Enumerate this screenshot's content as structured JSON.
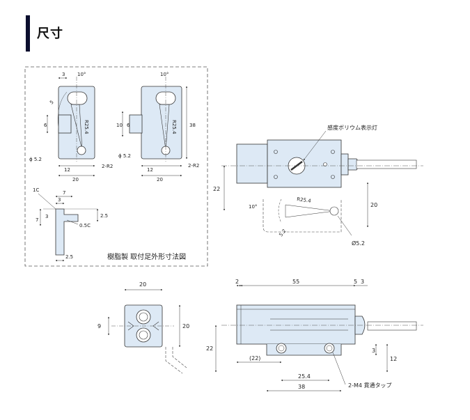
{
  "header": {
    "title": "尺寸"
  },
  "colors": {
    "accent": "#0b0e2e",
    "body_fill": "#dde9f5",
    "line": "#333333"
  },
  "bracket": {
    "caption": "樹脂製 取付足外形寸法図",
    "front": {
      "d3": "3",
      "d10deg": "10°",
      "d5": "5",
      "d6": "6",
      "r25": "R25.4",
      "dia": "ϕ 5.2",
      "d12": "12",
      "d20": "20",
      "r2": "2-R2"
    },
    "side": {
      "d10deg": "10°",
      "d10": "10",
      "d6": "6",
      "d38": "38",
      "r25": "R25.4",
      "dia": "ϕ 5.2",
      "d12": "12",
      "d20": "20",
      "r2": "2-R2"
    },
    "bottom": {
      "c1": "1C",
      "d7a": "7",
      "d3": "3",
      "d7b": "7",
      "d3b": "3",
      "d25a": "2.5",
      "c05": "0.5C",
      "d25b": "2.5"
    }
  },
  "sensor_top": {
    "label": "感度ボリウム表示灯",
    "d22": "22",
    "d20": "20",
    "r25": "R25.4",
    "d10deg": "10°",
    "d52": "5.2",
    "dia": "Ø5.2"
  },
  "end_view": {
    "d20w": "20",
    "d9": "9",
    "d20h": "20"
  },
  "sensor_side": {
    "d2": "2",
    "d55": "55",
    "d5": "5",
    "d3": "3",
    "d22p": "(22)",
    "d22": "22",
    "d3b": "3",
    "d12": "12",
    "d254": "25.4",
    "d38": "38",
    "tap": "2-M4 貫通タップ"
  }
}
